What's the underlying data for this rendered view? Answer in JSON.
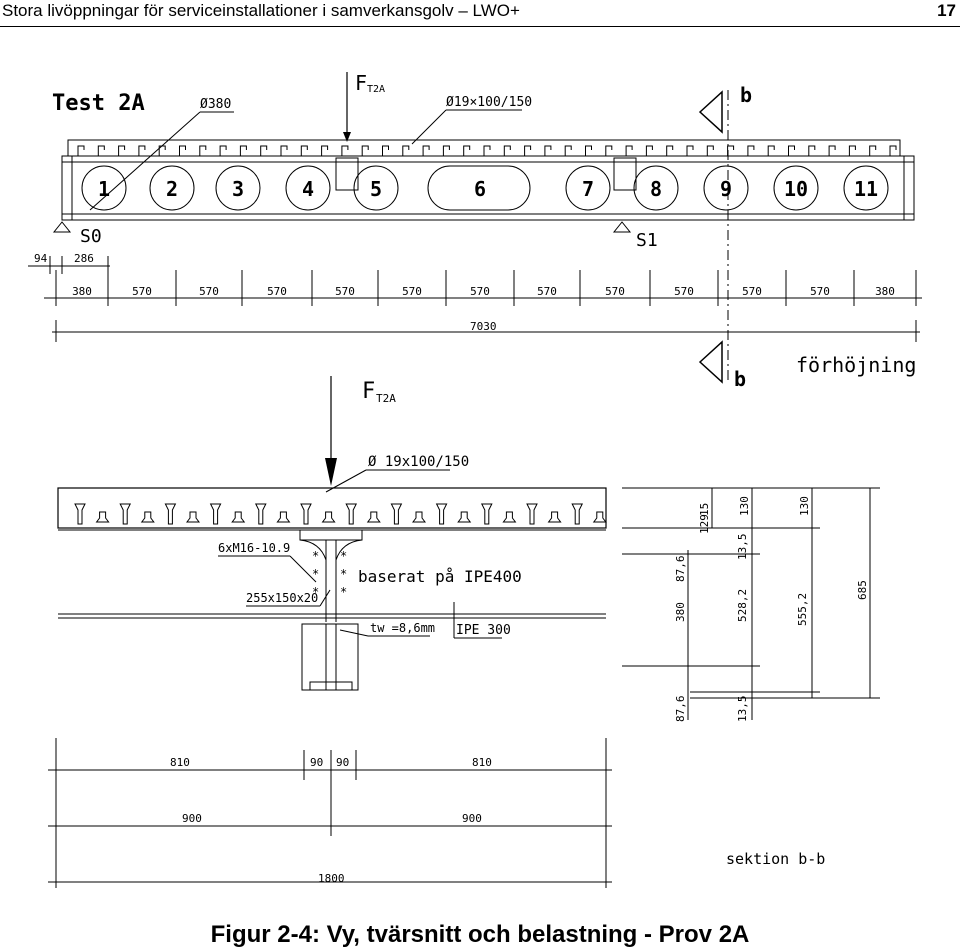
{
  "header": {
    "title": "Stora livöppningar för serviceinstallationer i samverkansgolv – LWO+",
    "page_number": "17"
  },
  "elevation": {
    "test_label": "Test 2A",
    "load_label": "F",
    "load_sub": "T2A",
    "opening_dia_label": "Ø380",
    "stud_label": "Ø19×100/150",
    "section_mark": "b",
    "supports": [
      "S0",
      "S1"
    ],
    "openings": [
      "1",
      "2",
      "3",
      "4",
      "5",
      "6",
      "7",
      "8",
      "9",
      "10",
      "11"
    ],
    "dim_small": [
      "94",
      "286"
    ],
    "dim_spacings": [
      "380",
      "570",
      "570",
      "570",
      "570",
      "570",
      "570",
      "570",
      "570",
      "570",
      "570",
      "570",
      "380"
    ],
    "dim_total": "7030",
    "raised_label": "förhöjning"
  },
  "section": {
    "load_label": "F",
    "load_sub": "T2A",
    "stud_label": "Ø 19x100/150",
    "bolt_label": "6xM16-10.9",
    "plate_label": "255x150x20",
    "based_on": "baserat på IPE400",
    "tw_label": "tw =8,6mm",
    "ipe_label": "IPE 300",
    "dims_right": {
      "slab": "130",
      "slab2": "130",
      "top_a": "15",
      "top_b": "129",
      "flange_a": "87,6",
      "web_a": "380",
      "flange_b": "87,6",
      "f135_a": "13,5",
      "d528": "528,2",
      "f135_b": "13,5",
      "d555": "555,2",
      "total": "685"
    },
    "dims_bottom_row1": [
      "810",
      "90",
      "90",
      "810"
    ],
    "dims_bottom_row2": [
      "900",
      "900"
    ],
    "dims_bottom_total": "1800",
    "section_label": "sektion b-b"
  },
  "caption": "Figur 2-4: Vy, tvärsnitt och belastning - Prov 2A"
}
